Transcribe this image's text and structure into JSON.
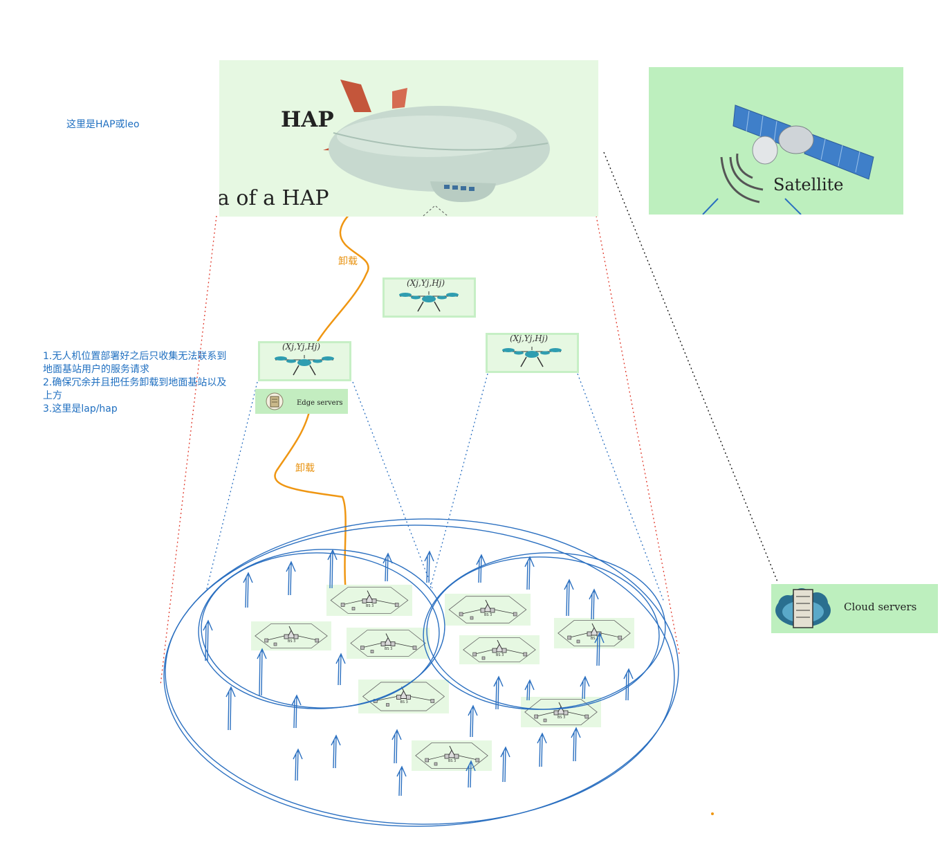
{
  "annotations": {
    "hap_or_leo": "这里是HAP或leo",
    "uav_note_line1": "1.无人机位置部署好之后只收集无法联系到",
    "uav_note_line2": "地面基站用户的服务请求",
    "uav_note_line3": "2.确保冗余并且把任务卸载到地面基站以及",
    "uav_note_line4": "上方",
    "uav_note_line5": "3.这里是lap/hap",
    "offload_upper": "卸载",
    "offload_lower": "卸载"
  },
  "hap_card": {
    "title": "HAP",
    "caption_fragment": "a of a HAP"
  },
  "satellite_card": {
    "label": "Satellite"
  },
  "uav_cards": [
    {
      "coord_label": "(Xj,Yj,Hj)"
    },
    {
      "coord_label": "(Xj,Yj,Hj)"
    },
    {
      "coord_label": "(Xj,Yj,Hj)"
    }
  ],
  "edge_servers": {
    "label": "Edge servers"
  },
  "cloud_servers": {
    "label": "Cloud servers"
  },
  "base_station": {
    "label": "BS 3"
  },
  "colors": {
    "card_green": "#c6efc5",
    "card_green_light": "#e6f8e2",
    "ellipse_blue": "#2a6fc0",
    "offload_orange": "#ef9612",
    "red_dotted": "#e0392b",
    "black_dotted": "#111111"
  }
}
